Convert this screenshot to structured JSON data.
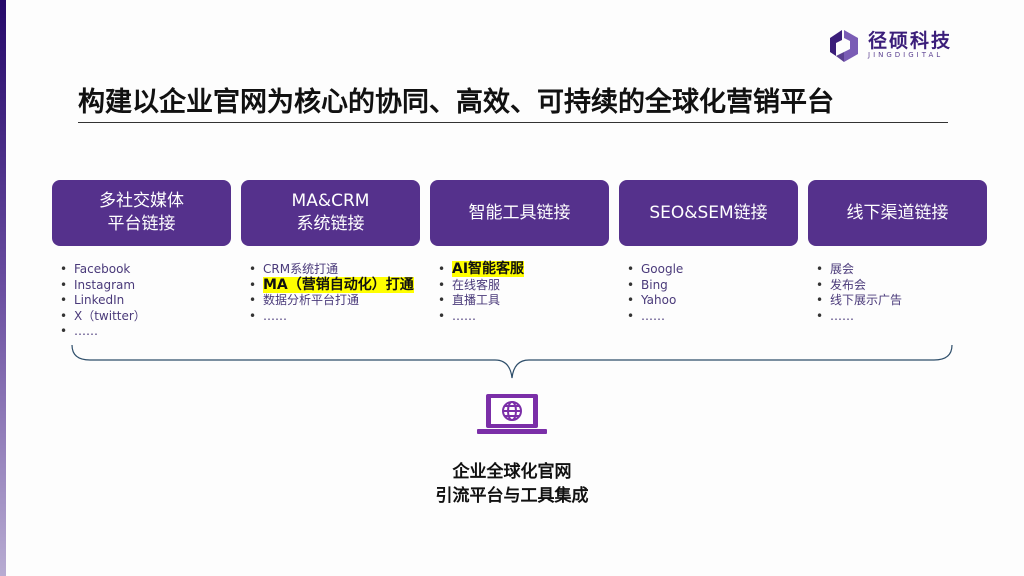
{
  "logo": {
    "name": "径硕科技",
    "sub": "JINGDIGITAL"
  },
  "title": "构建以企业官网为核心的协同、高效、可持续的全球化营销平台",
  "columns": [
    {
      "label_lines": [
        "多社交媒体",
        "平台链接"
      ],
      "items": [
        "Facebook",
        "Instagram",
        "LinkedIn",
        "X（twitter）",
        "……"
      ],
      "highlight": []
    },
    {
      "label_lines": [
        "MA&CRM",
        "系统链接"
      ],
      "items": [
        "CRM系统打通",
        "MA（营销自动化）打通",
        "数据分析平台打通",
        "……"
      ],
      "highlight": [
        1
      ]
    },
    {
      "label_lines": [
        "智能工具链接"
      ],
      "items": [
        "AI智能客服",
        "在线客服",
        "直播工具",
        "……"
      ],
      "highlight": [
        0
      ]
    },
    {
      "label_lines": [
        "SEO&SEM链接"
      ],
      "items": [
        "Google",
        "Bing",
        "Yahoo",
        "……"
      ],
      "highlight": []
    },
    {
      "label_lines": [
        "线下渠道链接"
      ],
      "items": [
        "展会",
        "发布会",
        "线下展示广告",
        "……"
      ],
      "highlight": []
    }
  ],
  "center": {
    "line1": "企业全球化官网",
    "line2": "引流平台与工具集成",
    "icon": "laptop-globe-icon"
  },
  "colors": {
    "box": "#55318c",
    "icon": "#7b2fa8",
    "highlight": "#ffff00"
  }
}
